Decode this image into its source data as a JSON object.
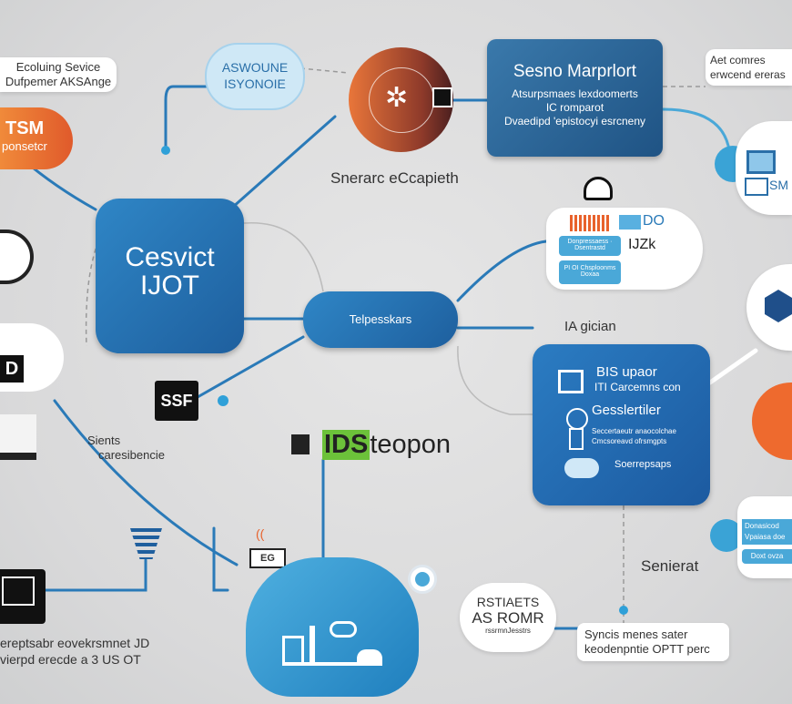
{
  "colors": {
    "background": "#dadada",
    "primary_blue": "#2377b7",
    "dark_blue": "#1e5f9e",
    "orange": "#e8622c",
    "light_blue": "#bfe0f2",
    "green": "#6cc23a"
  },
  "top_left_label": {
    "line1": "Ecoluing Sevice",
    "line2": "Dufpemer AKSAnge"
  },
  "orange_cloud": {
    "title": "TSM",
    "subtitle": "ponsetcr"
  },
  "left_cloud": {
    "badge": "D"
  },
  "top_cloud": {
    "line1": "ASWOUNE",
    "line2": "ISYONOIE"
  },
  "gear_circle_caption": "Snerarc eCcapieth",
  "top_blue_box": {
    "title": "Sesno Marprlort",
    "line1": "Atsurpsmaes lexdoomerts",
    "line2": "IC romparot",
    "line3": "Dvaedipd 'epistocyi esrcneny"
  },
  "top_right_label": {
    "line1": "Aet comres",
    "line2": "erwcend ereras"
  },
  "right_cloud_card": {
    "item1": "SM"
  },
  "main_box": {
    "line1": "Cesvict",
    "line2": "IJOT"
  },
  "pill": {
    "label": "Telpesskars"
  },
  "white_card": {
    "badge1": "DO",
    "badge2": "IJZk",
    "button1": "Donpressaess · Dsentrastd",
    "button2": "PI OI Chsploonms Doxaa"
  },
  "ia_label": "IA gician",
  "big_blue_box": {
    "row1_title": "BIS upaor",
    "row1_sub": "ITI Carcemns con",
    "row2_title": "Gesslertiler",
    "row3_line1": "Seccertaeutr anaocolchae",
    "row3_line2": "Cmcsoreavd ofrsmgpts",
    "row4": "Soerrepsaps"
  },
  "ssf_box": "SSF",
  "sients_label": {
    "line1": "Sients",
    "line2": "caresibencie"
  },
  "logo": {
    "text_highlight": "IDS",
    "text_rest": "teopon"
  },
  "senierat_label": "Senierat",
  "right_bottom_card": {
    "line1": "Donasicod",
    "line2": "Vpaiasa doe",
    "button": "Doxt ovza"
  },
  "bottom_cloud": {
    "line1": "RSTIAETS",
    "line2": "AS ROMR",
    "line3": "rssrmnJesstrs"
  },
  "bottom_card": {
    "line1": "Syncis menes sater",
    "line2": "keodenpntie OPTT perc"
  },
  "device_label": "EG",
  "bottom_left_text": {
    "line1": "ereptsabr eovekrsmnet JD",
    "line2": "vierpd erecde a 3 US OT"
  }
}
